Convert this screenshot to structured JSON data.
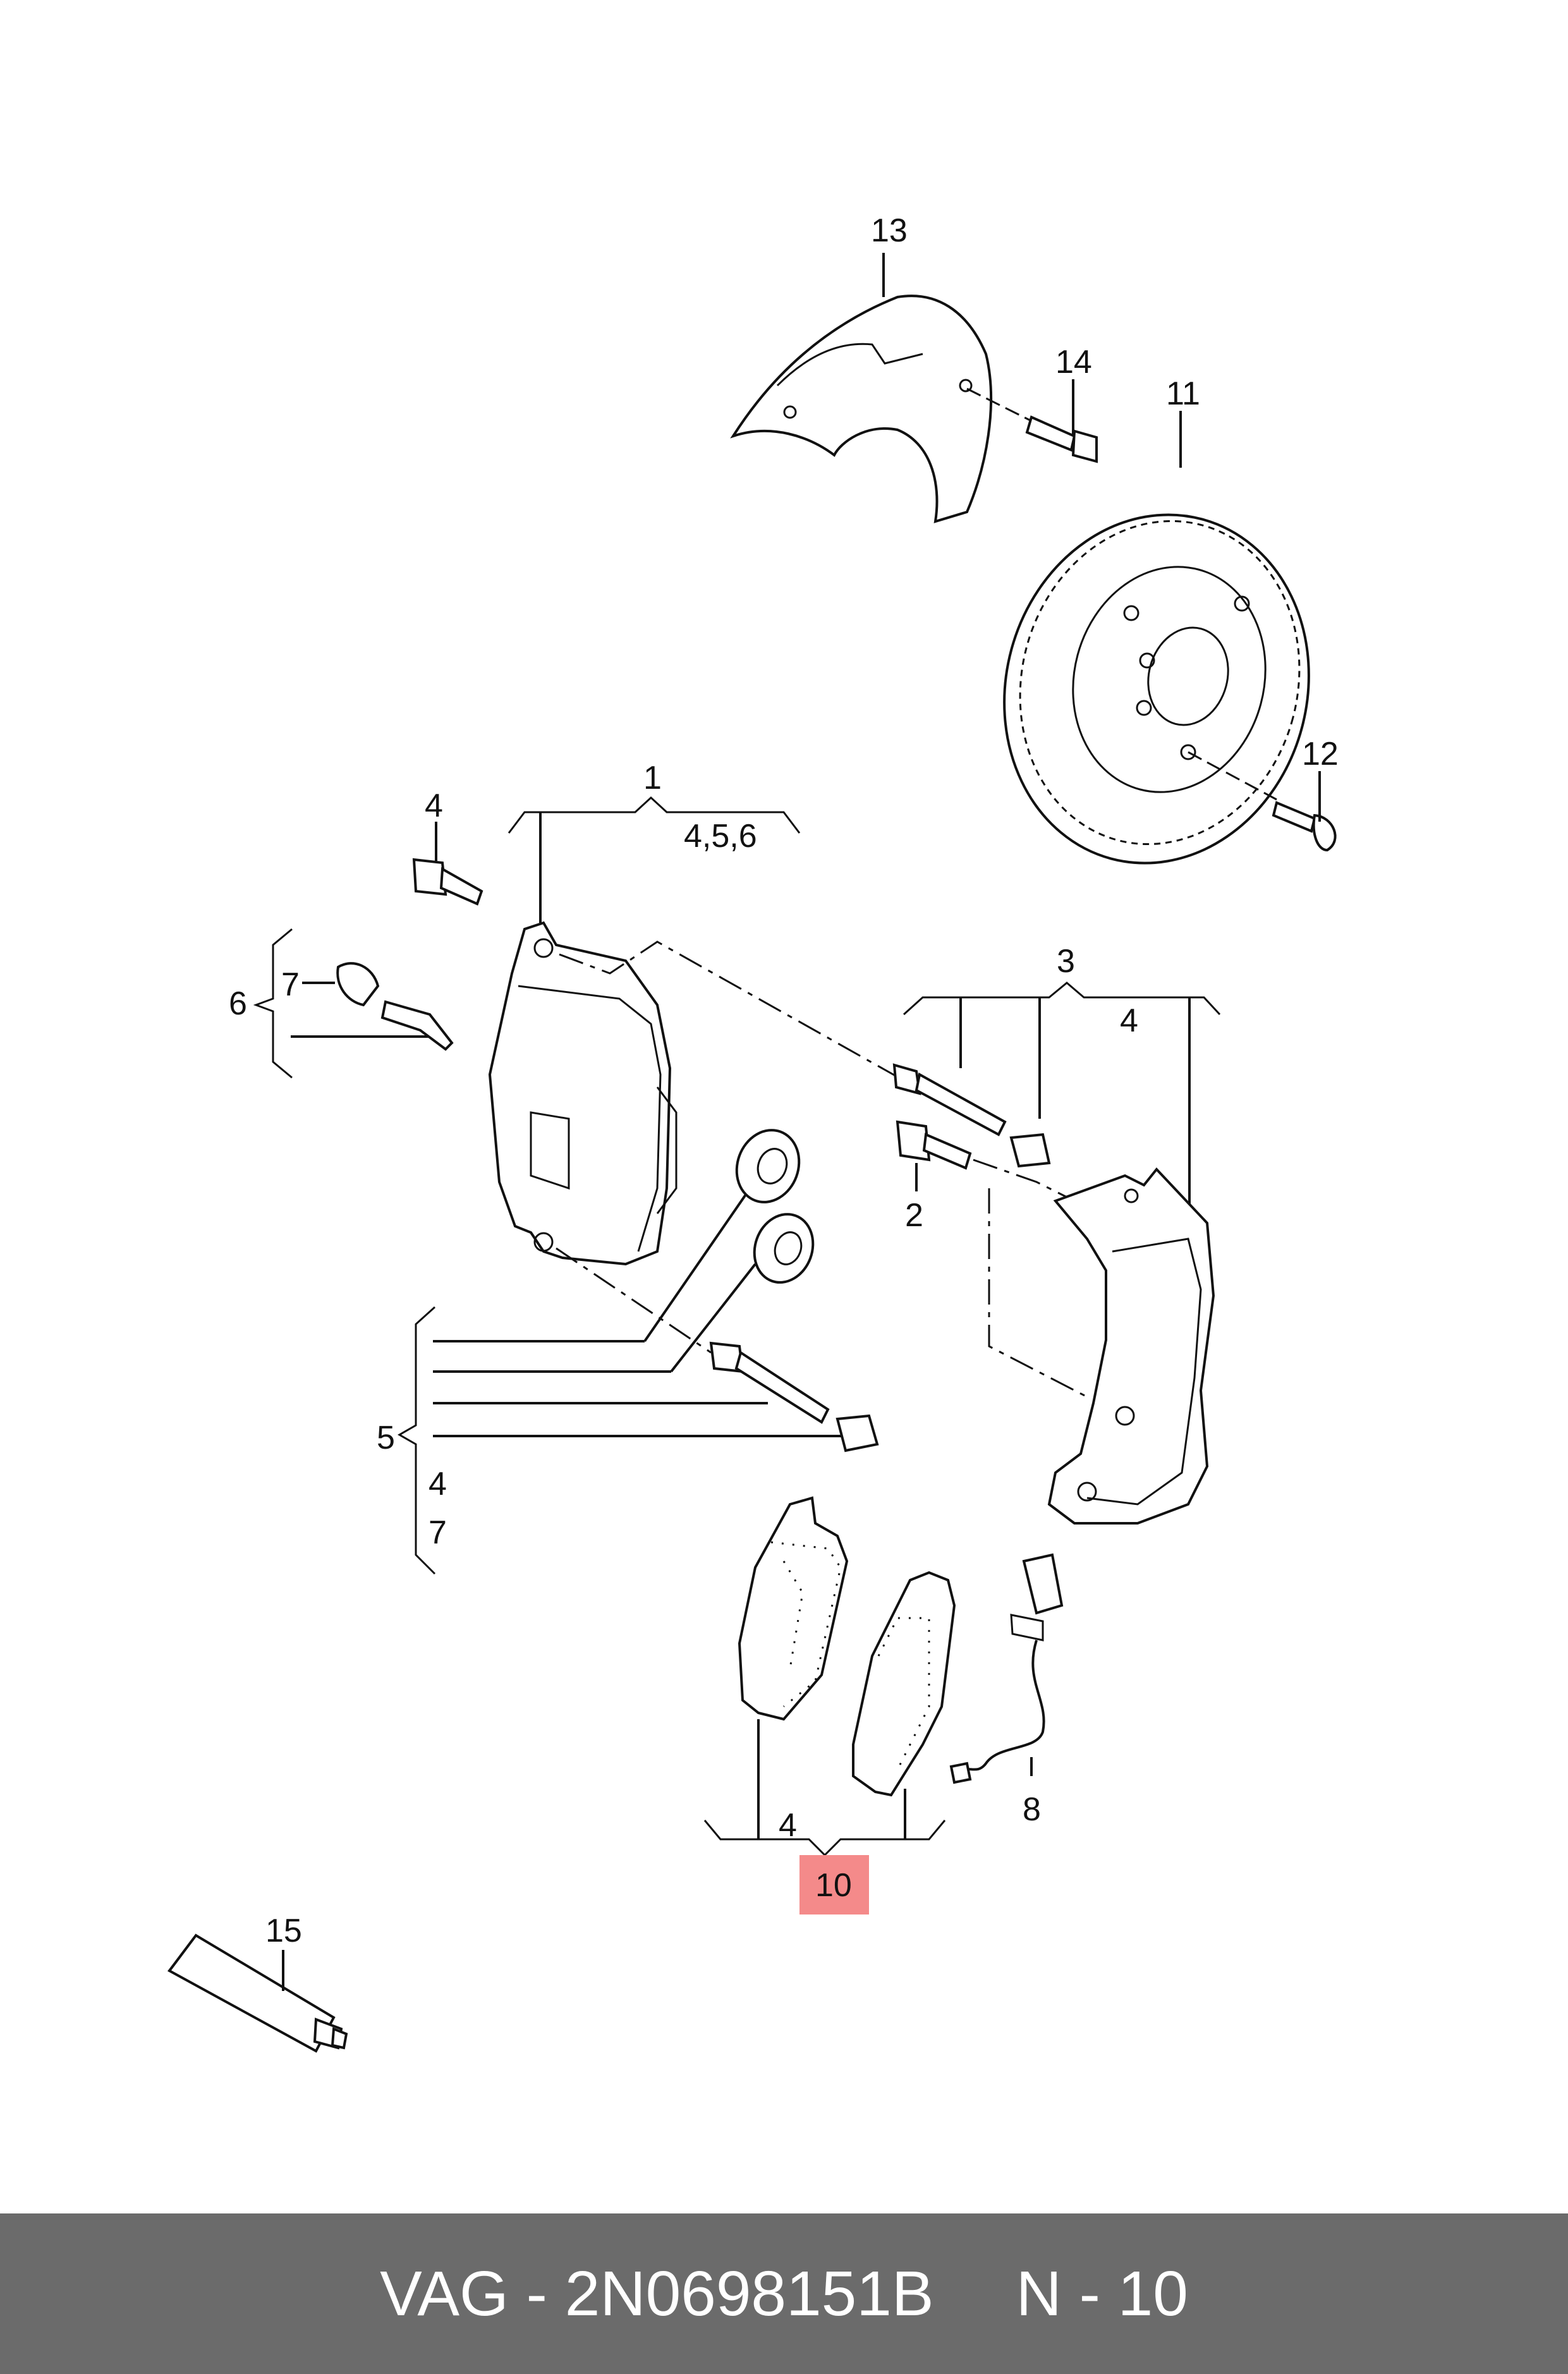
{
  "callouts": {
    "c1": "1",
    "c1_sub": "4,5,6",
    "c2": "2",
    "c3": "3",
    "c3_sub": "4",
    "c4": "4",
    "c5": "5",
    "c5_sub_a": "4",
    "c5_sub_b": "7",
    "c6": "6",
    "c7": "7",
    "c8": "8",
    "c10": "10",
    "c10_sub": "4",
    "c11": "11",
    "c12": "12",
    "c13": "13",
    "c14": "14",
    "c15": "15"
  },
  "highlight": {
    "part": "10",
    "color": "#f48a8a"
  },
  "footer": {
    "brand": "VAG",
    "separator": "-",
    "part_number": "2N0698151B",
    "position_label": "N - 10"
  }
}
